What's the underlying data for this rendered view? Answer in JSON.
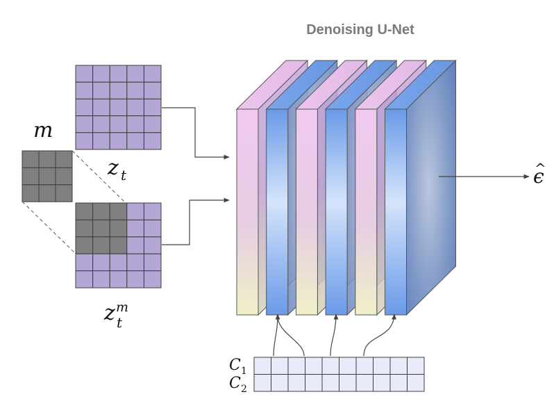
{
  "title": "Denoising U-Net",
  "labels": {
    "mask": "m",
    "latent": "z",
    "latent_sub": "t",
    "masked_latent": "z",
    "masked_latent_sub": "t",
    "masked_latent_sup": "m",
    "output": "ϵ",
    "output_hat": "^",
    "cond1": "C",
    "cond1_sub": "1",
    "cond2": "C",
    "cond2_sub": "2"
  },
  "colors": {
    "latent_cell": "#b4a7d6",
    "mask_cell": "#808080",
    "cond_cell": "#e8ecfa",
    "layer_pink": "#ecc8ec",
    "layer_blue": "#6d9eeb",
    "grid_line": "#3c3c3c"
  },
  "grids": {
    "latent": {
      "rows": 5,
      "cols": 5
    },
    "mask": {
      "rows": 3,
      "cols": 3
    },
    "masked_latent": {
      "rows": 5,
      "cols": 5,
      "masked_rows": 3,
      "masked_cols": 3
    },
    "conditions": {
      "rows": 2,
      "cols": 10
    }
  },
  "unet": {
    "layers": [
      "pink",
      "blue",
      "pink",
      "blue",
      "pink",
      "blue"
    ]
  }
}
